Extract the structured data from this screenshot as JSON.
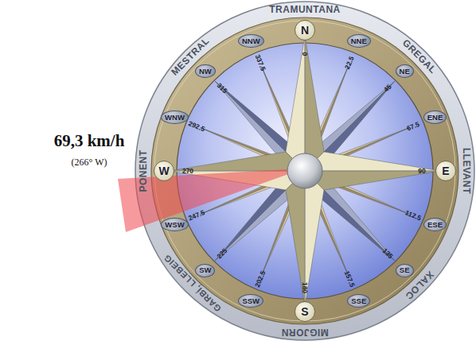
{
  "diagram": {
    "nodes": [
      {
        "text": [
          "N"
        ]
      },
      {
        "text": [
          "NNE"
        ]
      },
      {
        "text": [
          "NE"
        ]
      },
      {
        "text": [
          "ENE"
        ]
      },
      {
        "text": [
          "E"
        ]
      },
      {
        "text": [
          "ESE"
        ]
      },
      {
        "text": [
          "SE"
        ]
      },
      {
        "text": [
          "SSE"
        ]
      },
      {
        "text": [
          "S"
        ]
      },
      {
        "text": [
          "SSW"
        ]
      },
      {
        "text": [
          "SW"
        ]
      },
      {
        "text": [
          "WSW"
        ]
      },
      {
        "text": [
          "W"
        ]
      },
      {
        "text": [
          "WNW"
        ]
      },
      {
        "text": [
          "NW"
        ]
      },
      {
        "text": [
          "NNW"
        ]
      }
    ],
    "labels": [
      "TRAMUNTANA",
      "GREGAL",
      "LLEVANT",
      "XALOC",
      "MIGJORN",
      "GARBÍ, LLEBEIG",
      "PONENT",
      "MESTRAL",
      "0",
      "22.5",
      "45",
      "67.5",
      "90",
      "112.5",
      "135",
      "157.5",
      "180",
      "202.5",
      "225",
      "247.5",
      "270",
      "292.5",
      "315",
      "337.5",
      "69,3 km/h",
      "(266° W)"
    ]
  }
}
